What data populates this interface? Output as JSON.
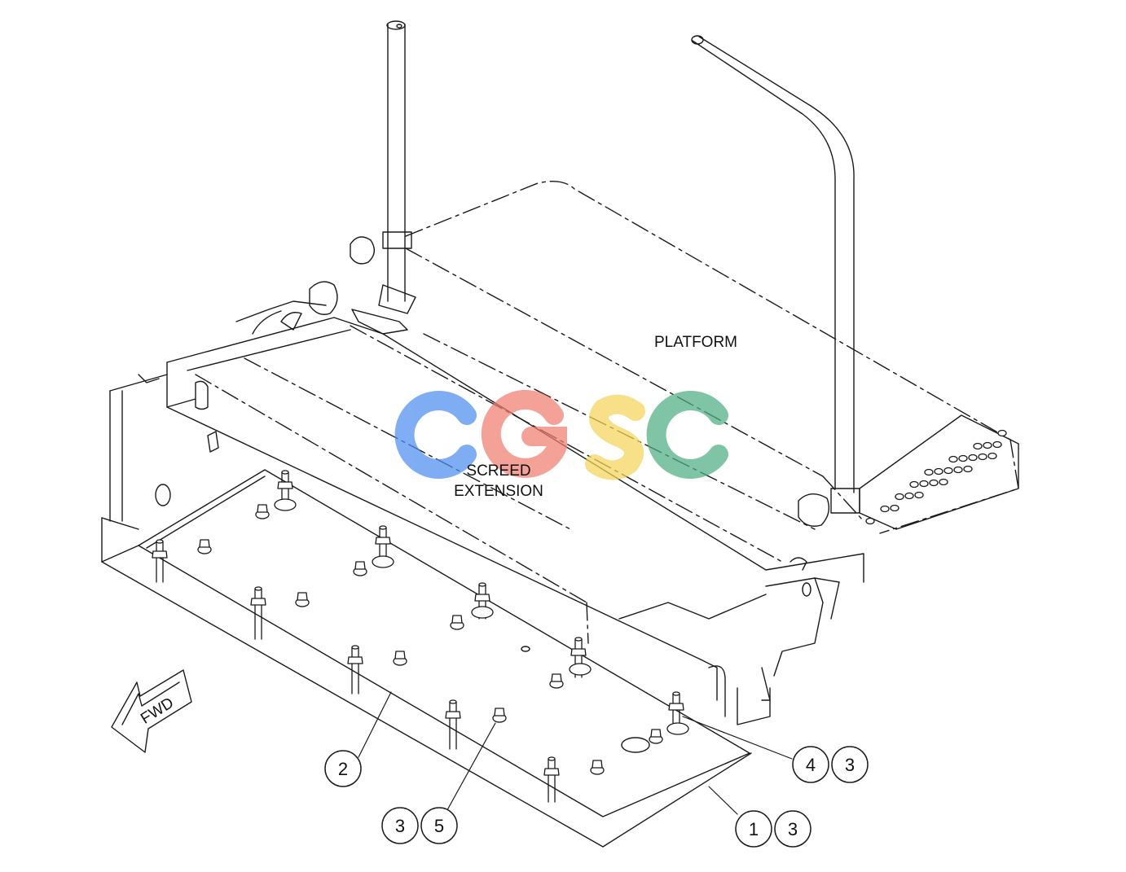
{
  "labels": {
    "platform": "PLATFORM",
    "screed_line1": "SCREED",
    "screed_line2": "EXTENSION",
    "fwd": "FWD"
  },
  "callouts": {
    "c2": "2",
    "c4": "4",
    "c3a": "3",
    "c3b": "3",
    "c5": "5",
    "c1": "1",
    "c3c": "3"
  },
  "watermark": {
    "text": "CGSC",
    "colors": [
      "#4f8ef0",
      "#f07e70",
      "#f5d55a",
      "#4fae82"
    ]
  },
  "colors": {
    "line": "#1a1a1a",
    "background": "#ffffff"
  }
}
